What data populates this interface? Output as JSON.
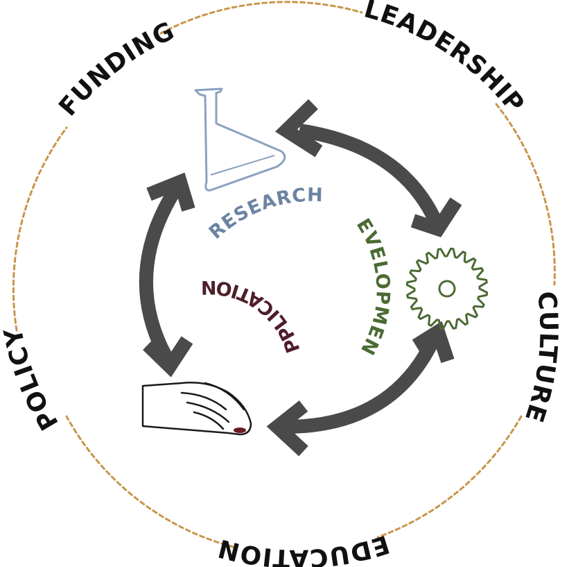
{
  "outer_ring": {
    "color": "#c8954a",
    "labels": {
      "funding": "FUNDING",
      "leadership": "LEADERSHIP",
      "culture": "CULTURE",
      "education": "EDUCATION",
      "policy": "POLICY"
    }
  },
  "cycle": {
    "arrow_color": "#4a4a4a",
    "stages": {
      "research": {
        "label": "RESEARCH",
        "color": "#6c84a3",
        "icon": "flask-icon"
      },
      "development": {
        "label": "DEVELOPMENT",
        "color": "#4a6a32",
        "icon": "gear-icon"
      },
      "application": {
        "label": "APPLICATION",
        "color": "#4e1e2a",
        "icon": "hand-icon"
      }
    }
  }
}
